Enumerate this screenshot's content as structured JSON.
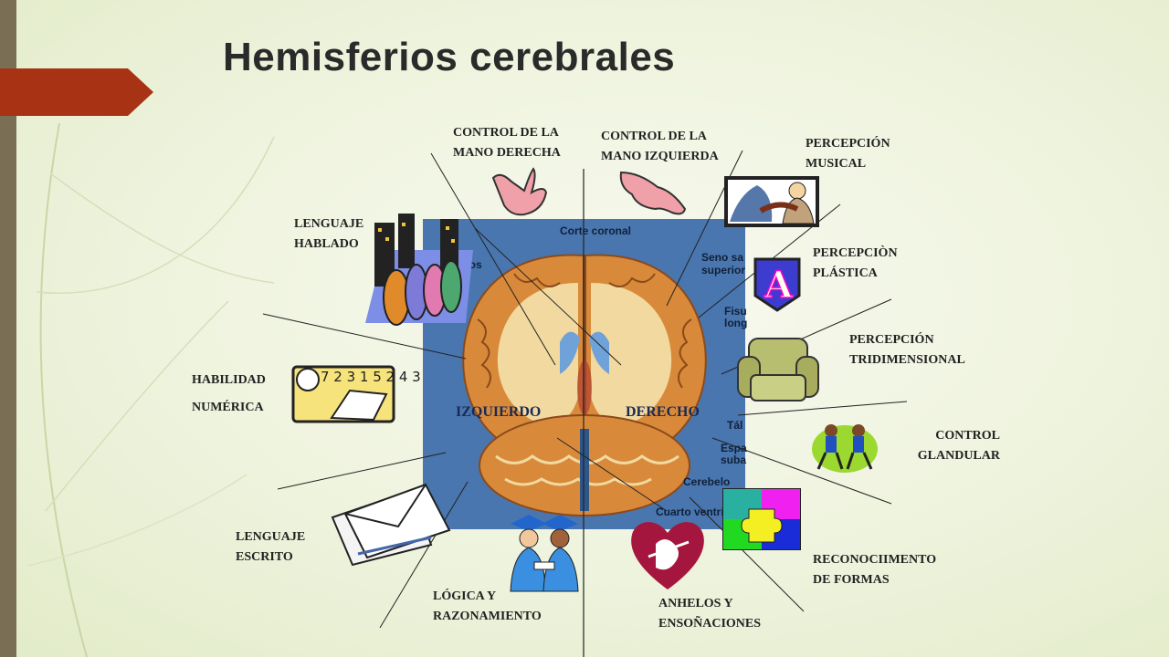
{
  "slide": {
    "title": "Hemisferios cerebrales"
  },
  "brain": {
    "header": "Corte coronal",
    "left_hemisphere": "IZQUIERDO",
    "right_hemisphere": "DERECHO",
    "side_labels": [
      "Seno sa",
      "superior",
      "Fisu",
      "long",
      "Tál",
      "Espa",
      "suba",
      "Cerebelo",
      "Cuarto ventríc",
      "ulos"
    ]
  },
  "labels": {
    "control_mano_derecha": "CONTROL DE LA\nMANO DERECHA",
    "control_mano_izquierda": "CONTROL DE LA\nMANO IZQUIERDA",
    "percepcion_musical": "PERCEPCIÓN\nMUSICAL",
    "lenguaje_hablado": "LENGUAJE\nHABLADO",
    "percepcion_plastica": "PERCEPCIÒN\nPLÁSTICA",
    "percepcion_tridimensional": "PERCEPCIÓN\nTRIDIMENSIONAL",
    "habilidad_numerica": "HABILIDAD\nNUMÉRICA",
    "control_glandular": "CONTROL\nGLANDULAR",
    "lenguaje_escrito": "LENGUAJE\nESCRITO",
    "logica_razonamiento": "LÓGICA Y\nRAZONAMIENTO",
    "anhelos": "ANHELOS Y\nENSOÑACIONES",
    "reconocimiento_formas": "RECONOCIIMENTO\nDE FORMAS"
  },
  "clipart": {
    "numbers_text": "7 2 3 1 5 2 4 3",
    "plastic_letter": "A"
  },
  "colors": {
    "accent_tab": "#a83214",
    "left_bar": "#7a6f55",
    "brain_bg": "#3f6ea8",
    "cortex": "#d88a3a"
  }
}
